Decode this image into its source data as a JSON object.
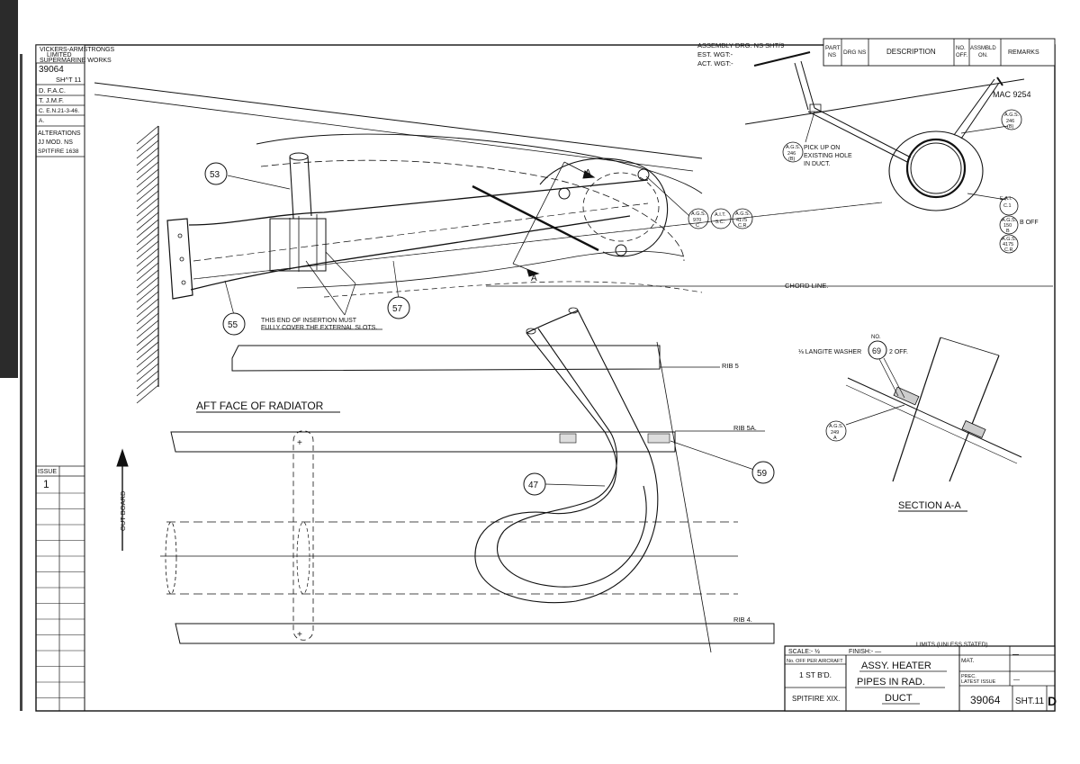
{
  "title_block": {
    "company_lines": [
      "VICKERS-ARMSTRONGS",
      "LIMITED",
      "SUPERMARINE WORKS"
    ],
    "drawing_number": "39064",
    "sheet": "SH^T 11",
    "drawn": "D. F.A.C.",
    "traced": "T. J.M.F.",
    "checked": "C. E.N.21-3-46.",
    "approved": "A.",
    "alterations_label": "ALTERATIONS",
    "alterations_line1": "JJ MOD. NS",
    "alterations_line2": "SPITFIRE 1638",
    "issue_label": "ISSUE",
    "issue_value": "1",
    "assembly_drg": "ASSEMBLY DRG. NS SHT/9",
    "est_wgt": "EST. WGT:-",
    "act_wgt": "ACT. WGT:-",
    "col_part_no": [
      "PART",
      "NS"
    ],
    "col_drg_no": "DRG NS",
    "col_description": "DESCRIPTION",
    "col_no_off": [
      "NO.",
      "OFF."
    ],
    "col_assembled_on": [
      "ASSMBLD",
      "ON."
    ],
    "col_remarks": "REMARKS",
    "scale": "SCALE:- ½",
    "finish": "FINISH:-  —",
    "limits": "LIMITS (UNLESS STATED)",
    "mat": "MAT.",
    "mat_value": "—",
    "no_off_per_aircraft": "No. OFF PER AIRCRAFT",
    "first_bd": "1 ST B'D.",
    "spitfire": "SPITFIRE XIX.",
    "title_lines": [
      "ASSY. HEATER",
      "PIPES IN RAD.",
      "DUCT"
    ],
    "prev_issue_lines": [
      "PREC.",
      "LATEST ISSUE"
    ],
    "prev_issue_value": "—",
    "footer_number": "39064",
    "footer_sheet": "SHT.11",
    "footer_issue": "D"
  },
  "labels": {
    "part_53": "53",
    "part_55": "55",
    "part_57": "57",
    "part_47": "47",
    "part_59": "59",
    "part_69": "69",
    "part_69_prefix": "NO.",
    "note_insertion_1": "THIS END OF INSERTION MUST",
    "note_insertion_2": "FULLY COVER THE EXTERNAL SLOTS.",
    "aft_face": "AFT FACE OF RADIATOR",
    "chord_line": "CHORD  LINE.",
    "rib_5": "RIB  5",
    "rib_5a": "RIB  5A.",
    "rib_4": "RIB  4.",
    "section_a": "A",
    "section_title": "SECTION  A-A",
    "outboard": "OUT BOARD",
    "mac": "MAC 9254",
    "pick_up_1": "PICK UP ON",
    "pick_up_2": "EXISTING HOLE",
    "pick_up_3": "IN DUCT.",
    "washer_note": "⅛ LANGITE WASHER",
    "washer_off": "2 OFF.",
    "b_off": "B OFF",
    "callouts": {
      "ags_246_left": [
        "A.G.S.",
        "246",
        "(B)"
      ],
      "ags_246_right": [
        "A.G.S.",
        "246",
        "(B)"
      ],
      "ags_970": [
        "A.G.S.",
        "970",
        "C"
      ],
      "ait_3c": [
        "A.I.T.",
        "3.C."
      ],
      "ags_4175_top": [
        "A.G.S.",
        "4175",
        "C.R."
      ],
      "ea_c1": [
        "E.A.I.",
        "C.1"
      ],
      "ags_150": [
        "A.G.S.",
        "150",
        "B"
      ],
      "ags_4175_low": [
        "A.G.S.",
        "4175",
        "C.R."
      ],
      "ags_249": [
        "A.G.S.",
        "249",
        "A"
      ]
    }
  }
}
